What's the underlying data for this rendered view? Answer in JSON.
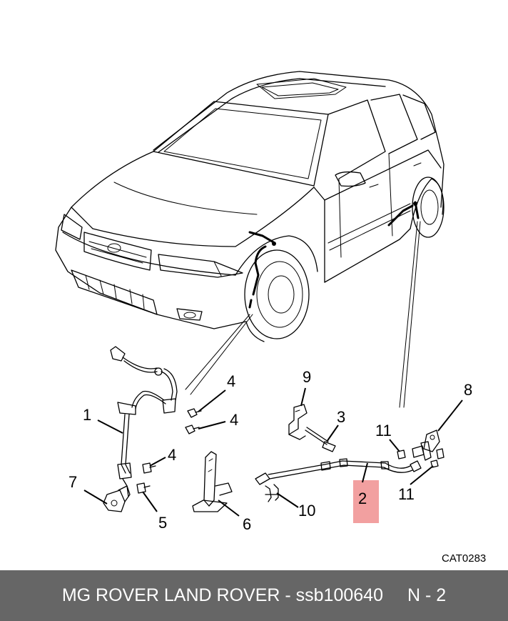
{
  "diagram": {
    "catalog_code": "CAT0283",
    "highlight_color": "#f2a0a0",
    "callouts": [
      "1",
      "2",
      "3",
      "4",
      "4",
      "4",
      "5",
      "6",
      "7",
      "8",
      "9",
      "10",
      "11",
      "11"
    ]
  },
  "footer": {
    "brand_text": "MG ROVER LAND ROVER - ssb100640",
    "page_text": "N - 2",
    "background": "#666666"
  }
}
